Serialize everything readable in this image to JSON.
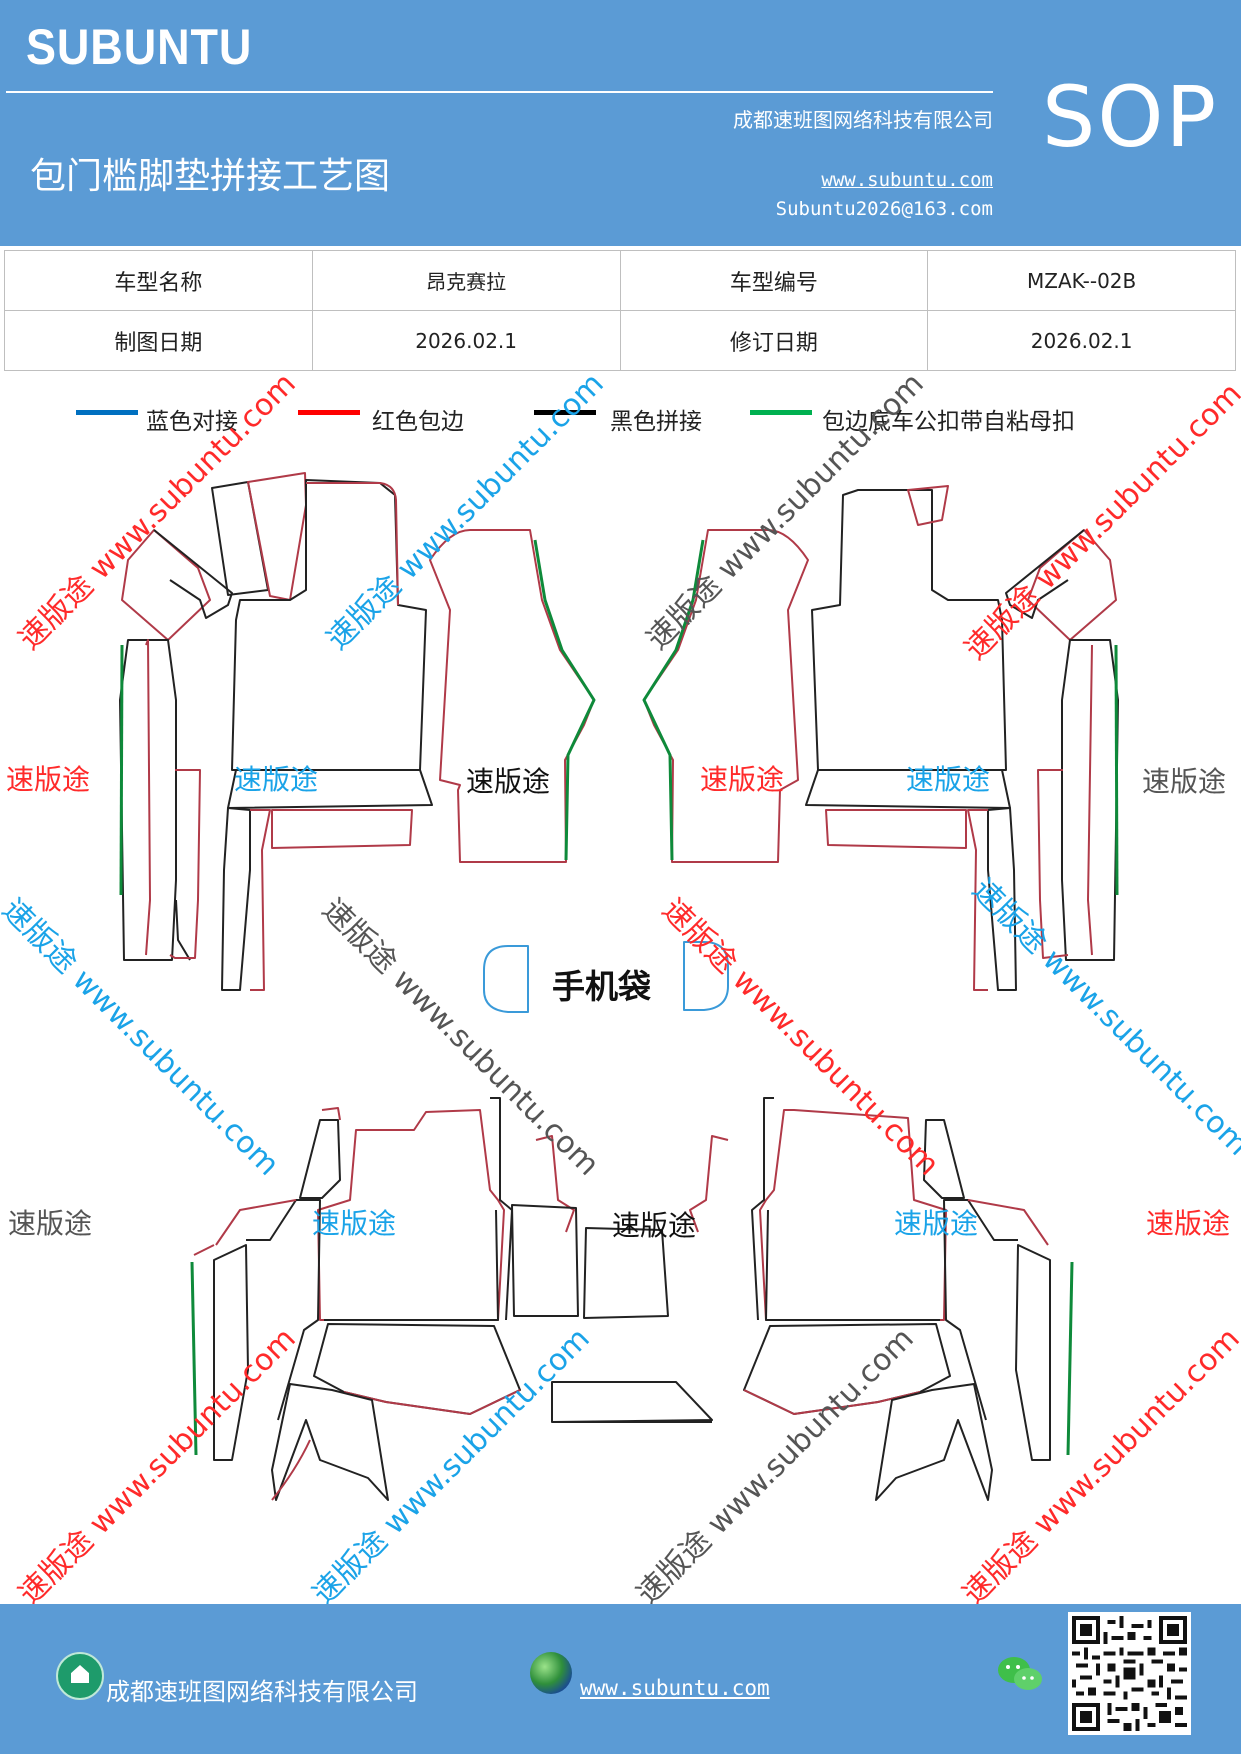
{
  "header": {
    "brand": "SUBUNTU",
    "sop": "SOP",
    "title": "包门槛脚垫拼接工艺图",
    "company": "成都速班图网络科技有限公司",
    "website": "www.subuntu.com",
    "email": "Subuntu2026@163.com"
  },
  "info_table": {
    "row1": {
      "label1": "车型名称",
      "value1": "昂克赛拉",
      "label2": "车型编号",
      "value2": "MZAK--02B"
    },
    "row2": {
      "label1": "制图日期",
      "value1": "2026.02.1",
      "label2": "修订日期",
      "value2": "2026.02.1"
    }
  },
  "legend": [
    {
      "label": "蓝色对接",
      "color": "#0070c0"
    },
    {
      "label": "红色包边",
      "color": "#ff0000"
    },
    {
      "label": "黑色拼接",
      "color": "#000000"
    },
    {
      "label": "包边底车公扣带自粘母扣",
      "color": "#00b050"
    }
  ],
  "colors": {
    "banner": "#5b9bd5",
    "outline_red": "#b03a48",
    "outline_black": "#222222",
    "outline_green": "#0e8a3a",
    "pocket_blue": "#3a9ad9",
    "wm_red": "#ff2a2a",
    "wm_blue": "#1aa3e8",
    "wm_gray": "#555555"
  },
  "pattern_labels": {
    "brand_cn": "速版途",
    "phone_pocket": "手机袋"
  },
  "watermark": "速版途 www.subuntu.com",
  "footer": {
    "company": "成都速班图网络科技有限公司",
    "website": "www.subuntu.com",
    "home_icon": "home-icon",
    "globe_icon": "globe-icon",
    "wechat_icon": "wechat-icon"
  }
}
